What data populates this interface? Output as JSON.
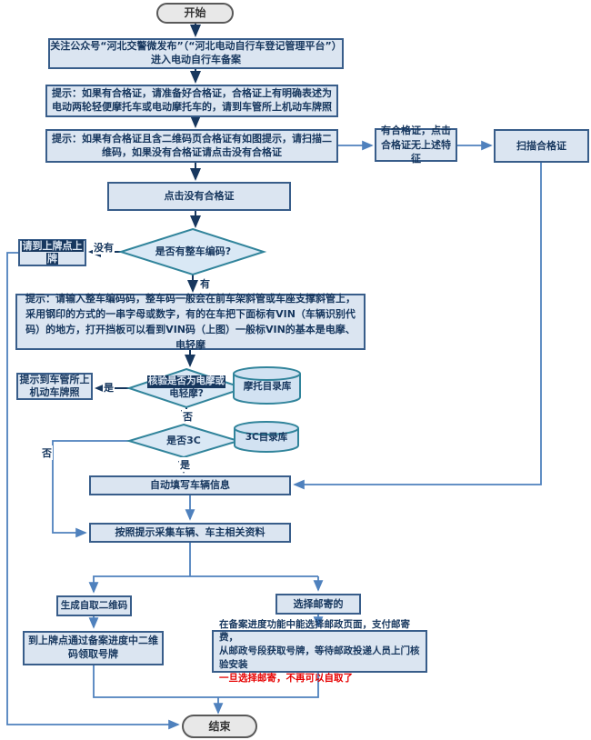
{
  "flowchart": {
    "nodes": {
      "start": "开始",
      "follow_account": "关注公众号“河北交警微发布”（“河北电动自行车登记管理平台”）进入电动自行车备案",
      "tip_certificate": "提示：如果有合格证，请准备好合格证，合格证上有明确表述为电动两轮轻便摩托车或电动摩托车的，请到车管所上机动车牌照",
      "tip_qrcode": "提示：如果有合格证且含二维码页合格证有如图提示，请扫描二维码，如果没有合格证请点击没有合格证",
      "has_cert_no_feature": "有合格证，点击合格证无上述特征",
      "scan_certificate": "扫描合格证",
      "click_no_certificate": "点击没有合格证",
      "has_vehicle_code_q": "是否有整车编码?",
      "go_plate_point_line1": "请到上牌点上",
      "go_plate_point_line2": "牌",
      "tip_enter_code": "提示：请输入整车编码码，整车码一般会在前车架斜管或车座支撑斜管上，采用钢印的方式的一串字母或数字，有的在车把下面标有VIN（车辆识别代码）的地方，打开挡板可以看到VIN码（上图）一般标VIN的基本是电摩、电轻摩",
      "verify_moto_q_line1": "核验是否为电摩或",
      "verify_moto_q_line2": "电轻摩?",
      "moto_catalog_db": "摩托目录库",
      "tip_dmv_plate": "提示到车管所上机动车牌照",
      "is_3c_q": "是否3C",
      "catalog_3c_db": "3C目录库",
      "auto_fill_info": "自动填写车辆信息",
      "collect_info": "按照提示采集车辆、车主相关资料",
      "generate_qrcode": "生成自取二维码",
      "choose_mail": "选择邮寄的",
      "pickup_plate": "到上牌点通过备案进度中二维码领取号牌",
      "mail_detail_line1": "在备案进度功能中能选择邮政页面，支付邮寄费，",
      "mail_detail_line2": "从邮政号段获取号牌，等待邮政投递人员上门核验安装",
      "mail_detail_line3": "一旦选择邮寄，不再可以自取了",
      "end": "结束"
    },
    "edge_labels": {
      "no_code": "没有",
      "has_code": "有",
      "yes_moto": "是",
      "not_moto": "否",
      "not_3c": "否",
      "yes_3c": "是"
    },
    "colors": {
      "box_fill": "#dbe5f1",
      "box_border": "#385d8a",
      "box_text": "#17375e",
      "diamond_fill": "#d9e8f5",
      "diamond_border": "#31849b",
      "cylinder_fill": "#d2e2f2",
      "terminal_fill": "#e8e8e8",
      "terminal_border": "#595959",
      "line_dark": "#17375e",
      "line_blue": "#4f81bd",
      "highlight_bg": "#17375e",
      "highlight_text": "#dce6f2",
      "warning_red": "#e60000"
    }
  }
}
